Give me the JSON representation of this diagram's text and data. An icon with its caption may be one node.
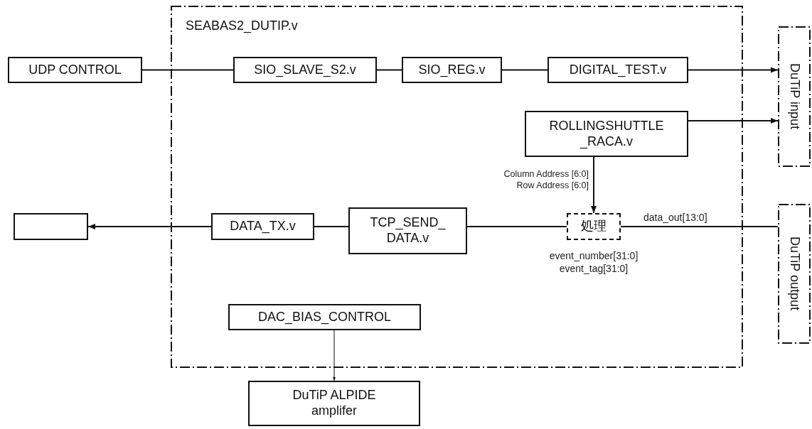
{
  "diagram": {
    "nodes": [
      {
        "text": [
          "SEABAS2_DUTIP.v"
        ]
      },
      {
        "text": [
          "UDP CONTROL"
        ]
      },
      {
        "text": [
          "SIO_SLAVE_S2.v"
        ],
        "in": 0
      },
      {
        "text": [
          "SIO_REG.v"
        ],
        "in": 0
      },
      {
        "text": [
          "DIGITAL_TEST.v"
        ],
        "in": 0
      },
      {
        "text": [
          "ROLLINGSHUTTLE _RACA.v"
        ],
        "in": 0
      },
      {
        "text": [
          "DuTiP input"
        ]
      },
      {
        "text": [],
        "shape": "box"
      },
      {
        "text": [
          "DATA_TX.v"
        ],
        "in": 0
      },
      {
        "text": [
          "TCP_SEND_ DATA.v"
        ],
        "in": 0
      },
      {
        "text": [
          "処理"
        ],
        "in": 0,
        "beside": [
          "event_number[31:0] event_tag[31:0]"
        ]
      },
      {
        "text": [
          "DuTiP output"
        ]
      },
      {
        "text": [
          "DAC_BIAS_CONTROL"
        ],
        "in": 0
      },
      {
        "text": [
          "DuTiP ALPIDE amplifer"
        ]
      }
    ],
    "edges": [
      {
        "from": 1,
        "to": 2,
        "arrow": "none"
      },
      {
        "from": 2,
        "to": 3,
        "arrow": "none"
      },
      {
        "from": 3,
        "to": 4,
        "arrow": "none"
      },
      {
        "from": 4,
        "to": 6,
        "arrow": "to"
      },
      {
        "from": 5,
        "to": 6,
        "arrow": "to"
      },
      {
        "from": 5,
        "to": 10,
        "arrow": "to",
        "label": "Column Address [6:0] Row Address [6:0]"
      },
      {
        "from": 11,
        "to": 10,
        "arrow": "none",
        "label": "data_out[13:0]"
      },
      {
        "from": 10,
        "to": 9,
        "arrow": "none"
      },
      {
        "from": 9,
        "to": 8,
        "arrow": "none"
      },
      {
        "from": 8,
        "to": 7,
        "arrow": "to"
      },
      {
        "from": 12,
        "to": 13,
        "arrow": "to"
      }
    ]
  }
}
